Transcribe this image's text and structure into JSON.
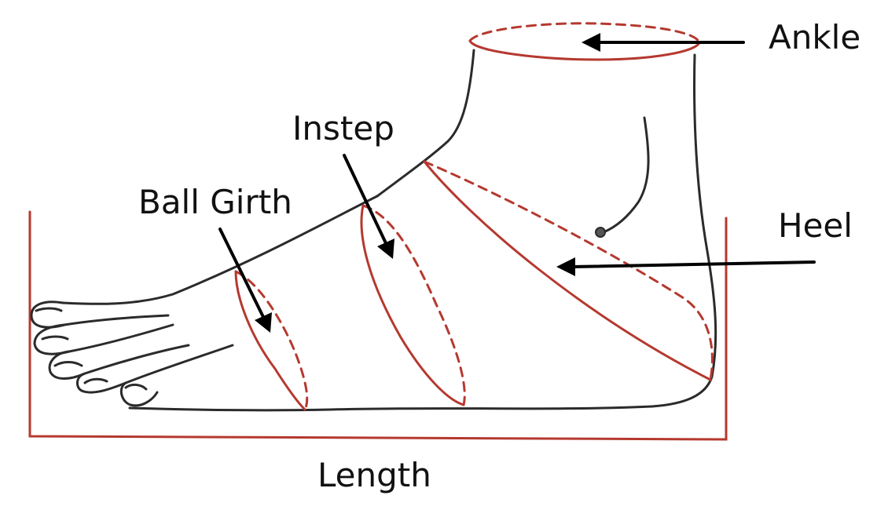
{
  "labels": {
    "ankle": "Ankle",
    "instep": "Instep",
    "ball_girth": "Ball Girth",
    "heel": "Heel",
    "length": "Length"
  },
  "colors": {
    "measure": "#b5392f",
    "outline": "#2b2b2b",
    "arrow": "#000000"
  }
}
